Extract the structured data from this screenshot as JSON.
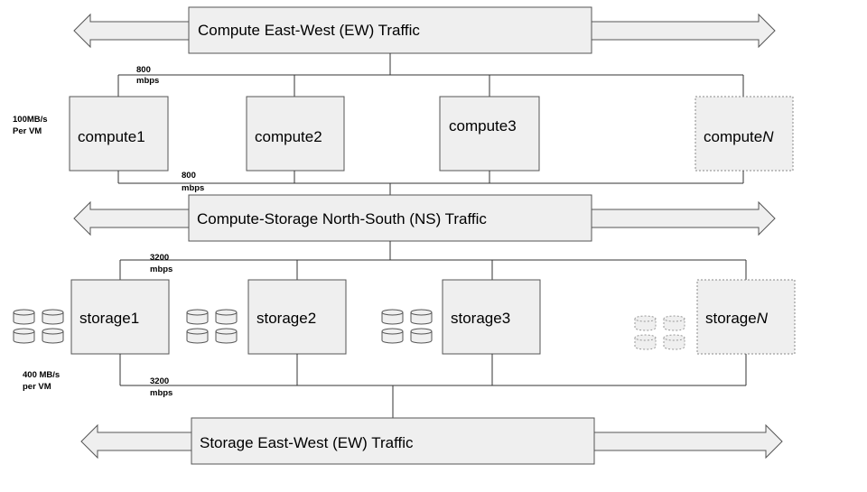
{
  "bands": {
    "compute_ew": "Compute East-West (EW) Traffic",
    "compute_storage_ns": "Compute-Storage North-South (NS) Traffic",
    "storage_ew": "Storage East-West (EW) Traffic"
  },
  "compute_nodes": [
    {
      "name": "compute1"
    },
    {
      "name": "compute2"
    },
    {
      "name": "compute3"
    },
    {
      "name": "compute",
      "suffix": "N",
      "placeholder": true
    }
  ],
  "storage_nodes": [
    {
      "name": "storage1"
    },
    {
      "name": "storage2"
    },
    {
      "name": "storage3"
    },
    {
      "name": "storage",
      "suffix": "N",
      "placeholder": true
    }
  ],
  "bandwidth": {
    "compute_top": [
      "800",
      "mbps"
    ],
    "compute_bottom": [
      "800",
      "mbps"
    ],
    "storage_top": [
      "3200",
      "mbps"
    ],
    "storage_bottom": [
      "3200",
      "mbps"
    ],
    "compute_per_vm": [
      "100MB/s",
      "Per VM"
    ],
    "storage_per_vm": [
      "400 MB/s",
      "per VM"
    ]
  },
  "colors": {
    "box_fill": "#efefef",
    "box_stroke": "#555555",
    "line": "#333333"
  }
}
